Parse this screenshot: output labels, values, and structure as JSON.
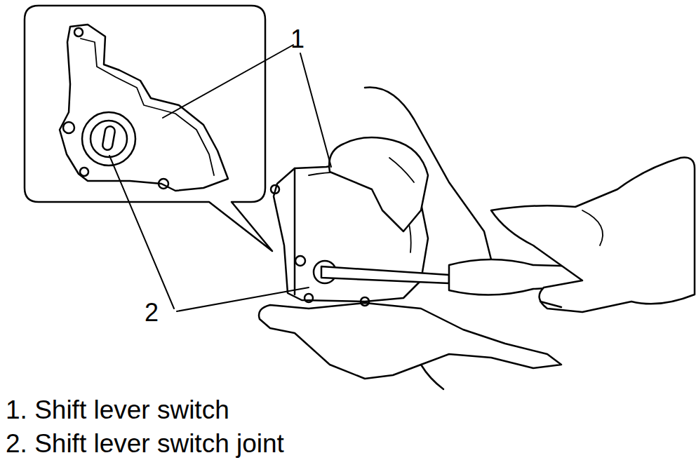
{
  "diagram": {
    "labels": [
      "1",
      "2",
      "1. Shift lever switch",
      "2. Shift lever switch joint"
    ]
  }
}
